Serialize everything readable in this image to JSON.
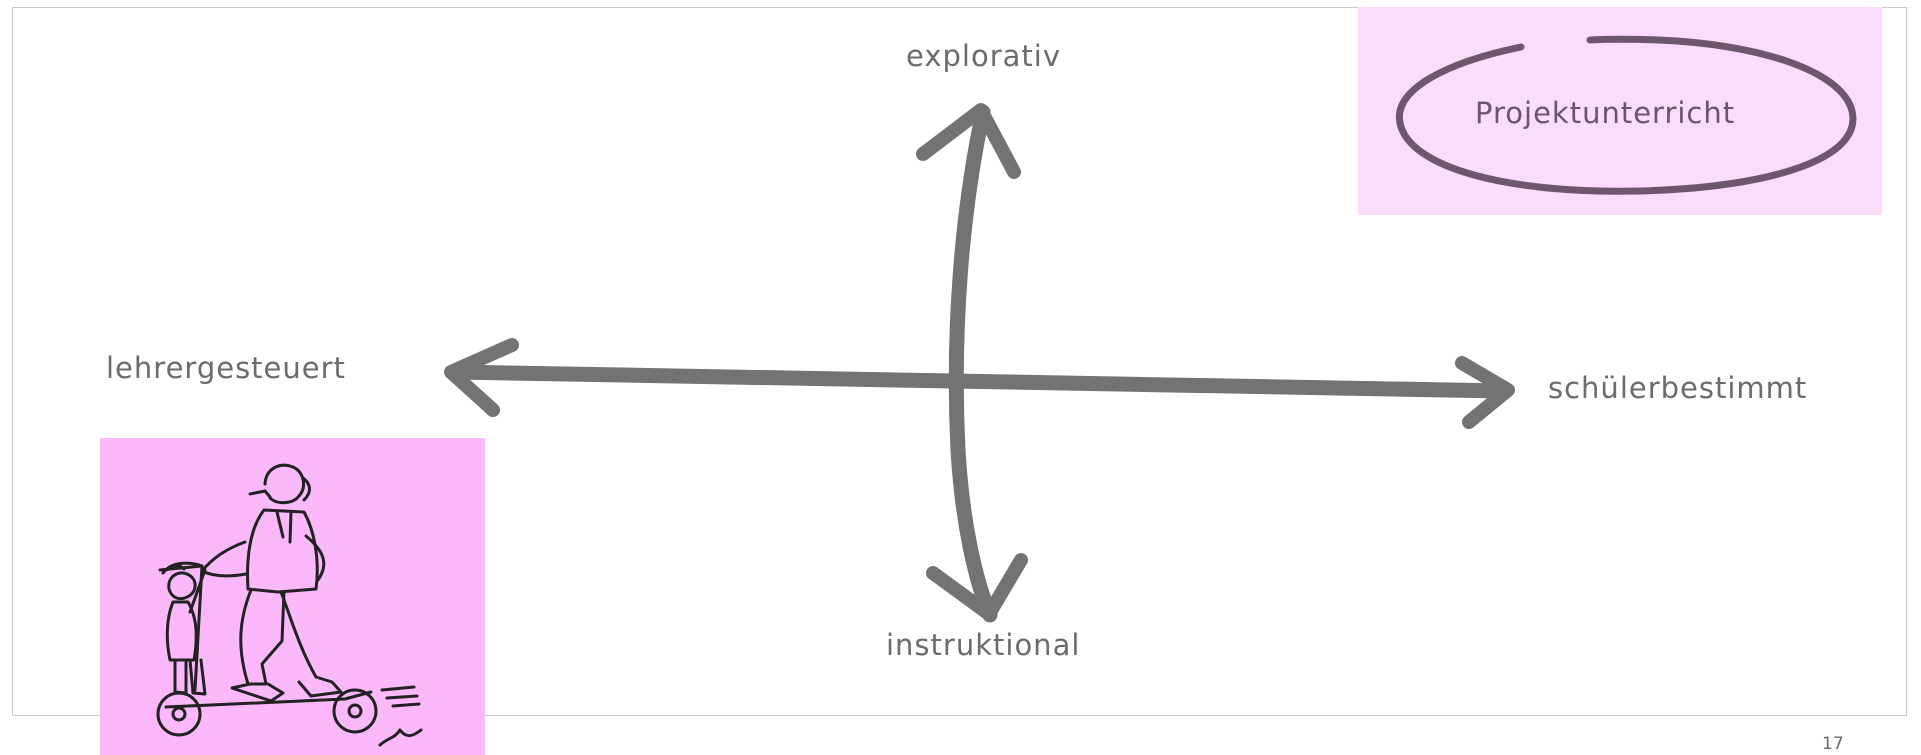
{
  "diagram": {
    "top_label": "explorativ",
    "bottom_label": "instruktional",
    "left_label": "lehrergesteuert",
    "right_label": "schülerbestimmt",
    "highlight_label": "Projektunterricht",
    "page_number": "17"
  },
  "colors": {
    "arrow": "#737373",
    "label_text": "#6b6b6b",
    "highlight_background": "#fbdcfb",
    "highlight_ellipse": "#6e566c",
    "cartoon_background": "#fbb9fb"
  },
  "illustration": {
    "subject": "cartoon of a person pushing a child on a scooter"
  }
}
